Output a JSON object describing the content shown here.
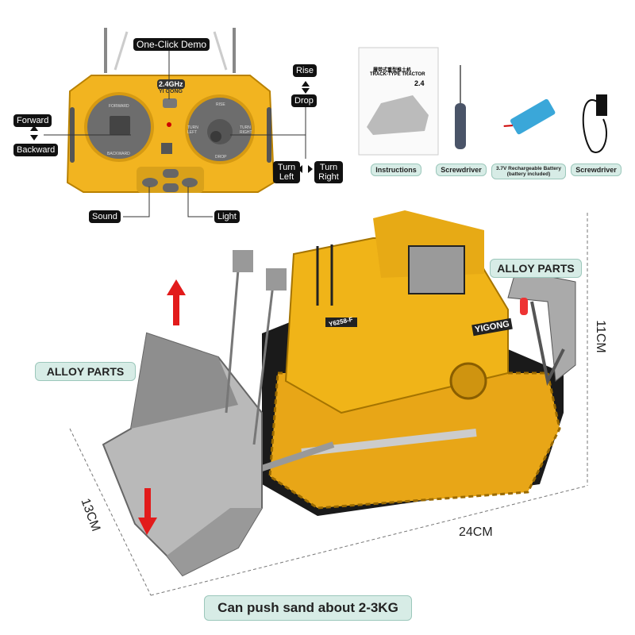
{
  "remote": {
    "frequency": "2.4GHz",
    "brand": "YI GONG",
    "left_stick": {
      "up": "FORWARD",
      "down": "BACKWARD"
    },
    "right_stick": {
      "up": "RISE",
      "down": "DROP",
      "left": "TURN LEFT",
      "right": "TURN RIGHT"
    }
  },
  "labels": {
    "demo": "One-Click Demo",
    "forward": "Forward",
    "backward": "Backward",
    "rise": "Rise",
    "drop": "Drop",
    "turn_left": "Turn Left",
    "turn_right": "Turn Right",
    "sound": "Sound",
    "light": "Light"
  },
  "accessories": [
    {
      "label": "Instructions"
    },
    {
      "label": "Screwdriver"
    },
    {
      "label": "3.7V Rechargeable Battery",
      "sub": "(battery included)"
    },
    {
      "label": "Screwdriver"
    }
  ],
  "manual": {
    "title_cn": "履带式重型推土机",
    "title": "TRACK-TYPE TRACTOR",
    "badge": "2.4"
  },
  "bulldozer": {
    "model": "Y6258-F",
    "brand": "YIGONG"
  },
  "callouts": {
    "alloy_left": "ALLOY PARTS",
    "alloy_right": "ALLOY PARTS",
    "push": "Can push sand about 2-3KG"
  },
  "dimensions": {
    "length": "24CM",
    "height": "11CM",
    "width": "13CM"
  }
}
